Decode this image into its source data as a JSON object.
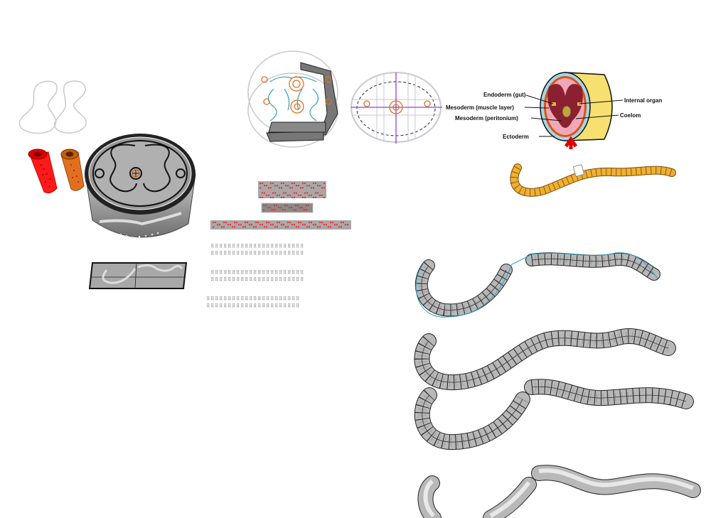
{
  "cross_section": {
    "labels": {
      "endoderm": "Endoderm (gut)",
      "mesoderm_muscle": "Mesoderm (muscle layer)",
      "mesoderm_peritonium": "Mesoderm (peritonium)",
      "ectoderm": "Ectoderm",
      "internal_organ": "Internal organ",
      "coelom": "Coelom"
    }
  },
  "colors": {
    "worm_body": "#b8b8b8",
    "mesh_line": "#222222",
    "curve_orange": "#e07020",
    "curve_cyan": "#2aa0c8",
    "axis_purple": "#9040e0",
    "braille_red": "#ff2020",
    "earthworm": "#f0b030",
    "coelom_red": "#8a2030",
    "yellow_body": "#f8e070"
  }
}
